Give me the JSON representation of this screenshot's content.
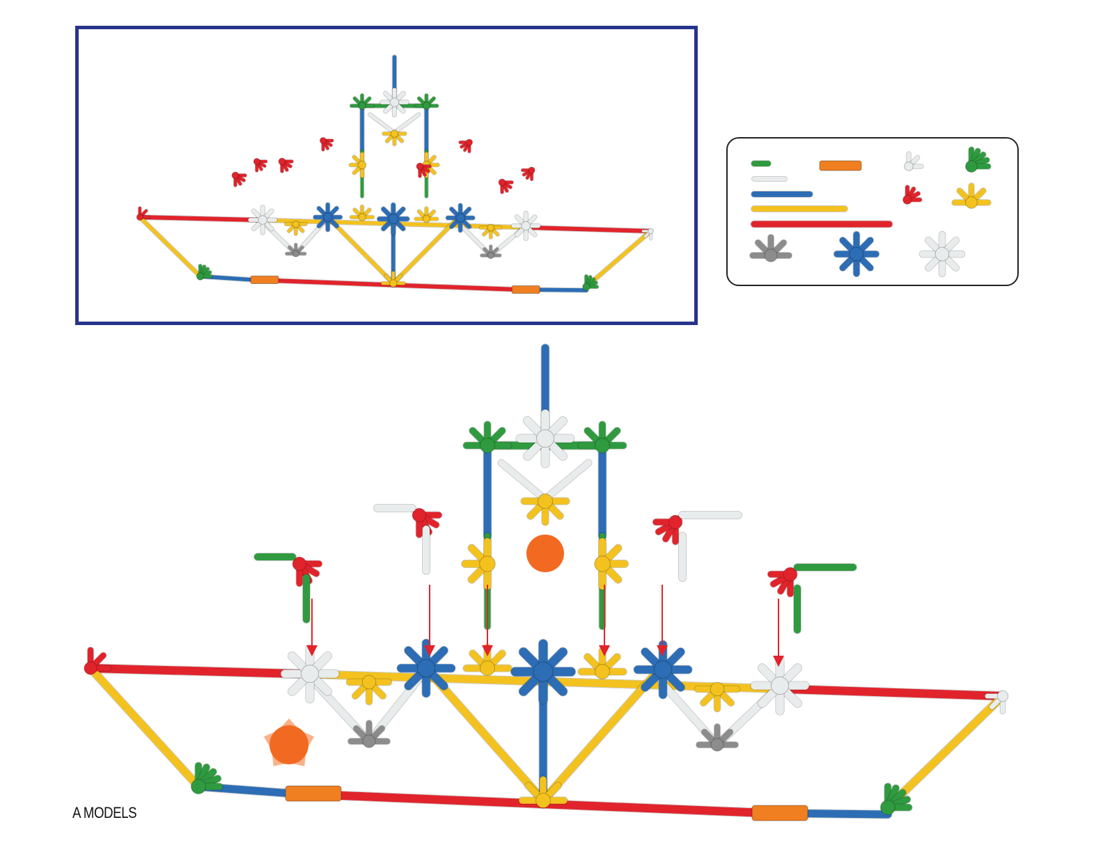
{
  "footer": {
    "label": "A MODELS"
  },
  "colors": {
    "frame": "#27348b",
    "red": "#e1232b",
    "yellow": "#f3c21f",
    "blue": "#2c6db5",
    "green": "#2f9a3f",
    "white": "#e9ecec",
    "gray": "#8c8c8c",
    "orange": "#f07f22",
    "marker": "#f26a21",
    "arrow": "#e1232b"
  },
  "legend": {
    "pieces": [
      {
        "name": "green-rod",
        "color": "green"
      },
      {
        "name": "white-rod",
        "color": "white"
      },
      {
        "name": "blue-rod",
        "color": "blue"
      },
      {
        "name": "yellow-rod",
        "color": "yellow"
      },
      {
        "name": "red-rod",
        "color": "red"
      },
      {
        "name": "orange-connector",
        "color": "orange"
      },
      {
        "name": "light-gray-connector",
        "color": "white"
      },
      {
        "name": "green-connector",
        "color": "green"
      },
      {
        "name": "red-connector",
        "color": "red"
      },
      {
        "name": "yellow-connector",
        "color": "yellow"
      },
      {
        "name": "dark-gray-connector",
        "color": "gray"
      },
      {
        "name": "blue-connector",
        "color": "blue"
      },
      {
        "name": "white-connector",
        "color": "white"
      }
    ]
  },
  "markers": [
    {
      "name": "step-circle-marker",
      "shape": "circle"
    },
    {
      "name": "step-star-marker",
      "shape": "star"
    }
  ]
}
